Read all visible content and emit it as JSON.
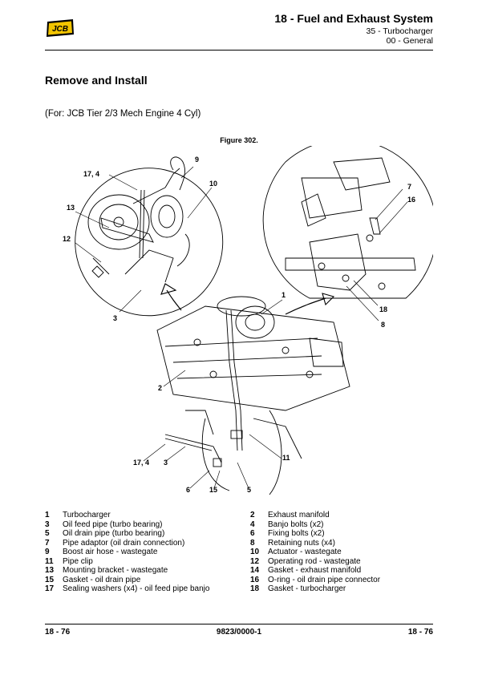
{
  "header": {
    "logo_text": "JCB",
    "title": "18 - Fuel and Exhaust System",
    "subsection": "35 - Turbocharger",
    "subsubsection": "00 - General"
  },
  "section_title": "Remove and Install",
  "applicability_note": "(For: JCB Tier 2/3 Mech Engine 4 Cyl)",
  "figure": {
    "caption": "Figure 302.",
    "callouts": {
      "c9": "9",
      "c17_4_top": "17, 4",
      "c10": "10",
      "c13": "13",
      "c12": "12",
      "c3_left": "3",
      "c7": "7",
      "c16": "16",
      "c1": "1",
      "c18": "18",
      "c8": "8",
      "c2": "2",
      "c17_4_bottom": "17, 4",
      "c3_bottom": "3",
      "c11": "11",
      "c6": "6",
      "c15": "15",
      "c5": "5"
    }
  },
  "legend": {
    "left": [
      {
        "num": "1",
        "label": "Turbocharger"
      },
      {
        "num": "3",
        "label": "Oil feed pipe (turbo bearing)"
      },
      {
        "num": "5",
        "label": "Oil drain pipe (turbo bearing)"
      },
      {
        "num": "7",
        "label": "Pipe adaptor (oil drain connection)"
      },
      {
        "num": "9",
        "label": "Boost air hose - wastegate"
      },
      {
        "num": "11",
        "label": "Pipe clip"
      },
      {
        "num": "13",
        "label": "Mounting bracket - wastegate"
      },
      {
        "num": "15",
        "label": "Gasket - oil drain pipe"
      },
      {
        "num": "17",
        "label": "Sealing washers (x4) - oil feed pipe banjo"
      }
    ],
    "right": [
      {
        "num": "2",
        "label": "Exhaust manifold"
      },
      {
        "num": "4",
        "label": "Banjo bolts (x2)"
      },
      {
        "num": "6",
        "label": "Fixing bolts (x2)"
      },
      {
        "num": "8",
        "label": "Retaining nuts (x4)"
      },
      {
        "num": "10",
        "label": "Actuator - wastegate"
      },
      {
        "num": "12",
        "label": "Operating rod - wastegate"
      },
      {
        "num": "14",
        "label": "Gasket - exhaust manifold"
      },
      {
        "num": "16",
        "label": "O-ring - oil drain pipe connector"
      },
      {
        "num": "18",
        "label": "Gasket - turbocharger"
      }
    ]
  },
  "footer": {
    "page_left": "18 - 76",
    "doc_number": "9823/0000-1",
    "page_right": "18 - 76"
  }
}
